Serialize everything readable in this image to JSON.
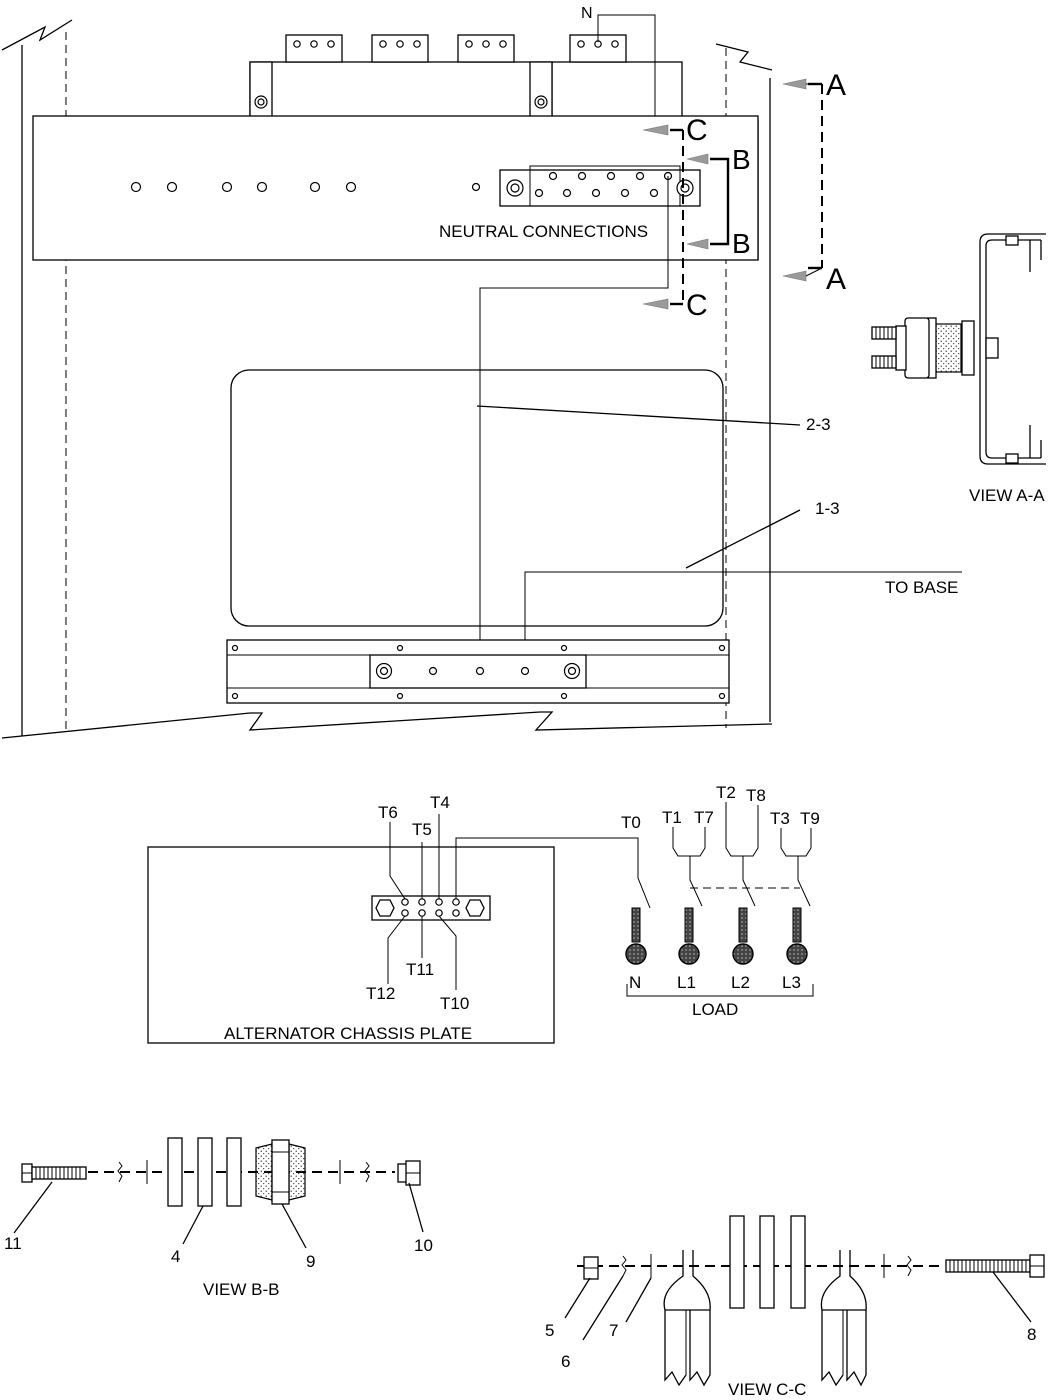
{
  "labels": {
    "n_top": "N",
    "section_a1": "A",
    "section_a2": "A",
    "section_b1": "B",
    "section_b2": "B",
    "section_c1": "C",
    "section_c2": "C",
    "neutral_connections": "NEUTRAL CONNECTIONS",
    "ref_2_3": "2-3",
    "ref_1_3": "1-3",
    "to_base": "TO BASE",
    "view_aa": "VIEW A-A",
    "view_bb": "VIEW B-B",
    "view_cc": "VIEW C-C",
    "alternator_chassis_plate": "ALTERNATOR CHASSIS PLATE",
    "load": "LOAD"
  },
  "terminals": {
    "t0": "T0",
    "t1": "T1",
    "t2": "T2",
    "t3": "T3",
    "t4": "T4",
    "t5": "T5",
    "t6": "T6",
    "t7": "T7",
    "t8": "T8",
    "t9": "T9",
    "t10": "T10",
    "t11": "T11",
    "t12": "T12"
  },
  "load_points": {
    "n": "N",
    "l1": "L1",
    "l2": "L2",
    "l3": "L3"
  },
  "part_numbers": {
    "p4": "4",
    "p5": "5",
    "p6": "6",
    "p7": "7",
    "p8": "8",
    "p9": "9",
    "p10": "10",
    "p11": "11"
  }
}
